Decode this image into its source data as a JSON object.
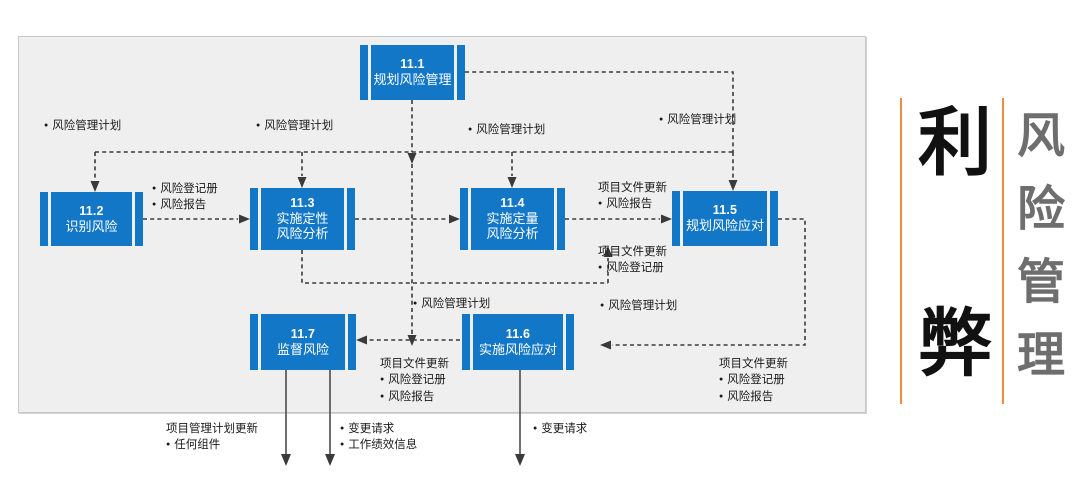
{
  "diagram": {
    "title_panel": {
      "accent_color": "#f08a3c",
      "black_chars": [
        "利",
        "弊"
      ],
      "gray_chars": [
        "风",
        "险",
        "管",
        "理"
      ],
      "gray_text": "风险管理",
      "black_text": "利弊"
    },
    "box_color": "#1277c6",
    "panel_color": "#efefef",
    "boxes": [
      {
        "id": "11.1",
        "number": "11.1",
        "name": "规划风险管理"
      },
      {
        "id": "11.2",
        "number": "11.2",
        "name": "识别风险"
      },
      {
        "id": "11.3",
        "number": "11.3",
        "name": "实施定性\n风险分析"
      },
      {
        "id": "11.4",
        "number": "11.4",
        "name": "实施定量\n风险分析"
      },
      {
        "id": "11.5",
        "number": "11.5",
        "name": "规划风险应对"
      },
      {
        "id": "11.6",
        "number": "11.6",
        "name": "实施风险应对"
      },
      {
        "id": "11.7",
        "number": "11.7",
        "name": "监督风险"
      }
    ],
    "annotations": [
      {
        "id": "a1",
        "lines": [
          {
            "bullet": true,
            "text": "风险管理计划"
          }
        ]
      },
      {
        "id": "a2",
        "lines": [
          {
            "bullet": true,
            "text": "风险管理计划"
          }
        ]
      },
      {
        "id": "a3",
        "lines": [
          {
            "bullet": true,
            "text": "风险管理计划"
          }
        ]
      },
      {
        "id": "a4",
        "lines": [
          {
            "bullet": true,
            "text": "风险管理计划"
          }
        ]
      },
      {
        "id": "a5",
        "lines": [
          {
            "bullet": true,
            "text": "风险登记册"
          },
          {
            "bullet": true,
            "text": "风险报告"
          }
        ]
      },
      {
        "id": "a6",
        "lines": [
          {
            "bullet": false,
            "text": "项目文件更新"
          },
          {
            "bullet": true,
            "text": "风险报告"
          }
        ]
      },
      {
        "id": "a7",
        "lines": [
          {
            "bullet": false,
            "text": "项目文件更新"
          },
          {
            "bullet": true,
            "text": "风险登记册"
          }
        ]
      },
      {
        "id": "a8",
        "lines": [
          {
            "bullet": true,
            "text": "风险管理计划"
          }
        ]
      },
      {
        "id": "a9",
        "lines": [
          {
            "bullet": true,
            "text": "风险管理计划"
          }
        ]
      },
      {
        "id": "a10",
        "lines": [
          {
            "bullet": false,
            "text": "项目文件更新"
          },
          {
            "bullet": true,
            "text": "风险登记册"
          },
          {
            "bullet": true,
            "text": "风险报告"
          }
        ]
      },
      {
        "id": "a11",
        "lines": [
          {
            "bullet": false,
            "text": "项目文件更新"
          },
          {
            "bullet": true,
            "text": "风险登记册"
          },
          {
            "bullet": true,
            "text": "风险报告"
          }
        ]
      },
      {
        "id": "a12",
        "lines": [
          {
            "bullet": false,
            "text": "项目管理计划更新"
          },
          {
            "bullet": true,
            "text": "任何组件"
          }
        ]
      },
      {
        "id": "a13",
        "lines": [
          {
            "bullet": true,
            "text": "变更请求"
          },
          {
            "bullet": true,
            "text": "工作绩效信息"
          }
        ]
      },
      {
        "id": "a14",
        "lines": [
          {
            "bullet": true,
            "text": "变更请求"
          }
        ]
      }
    ]
  }
}
